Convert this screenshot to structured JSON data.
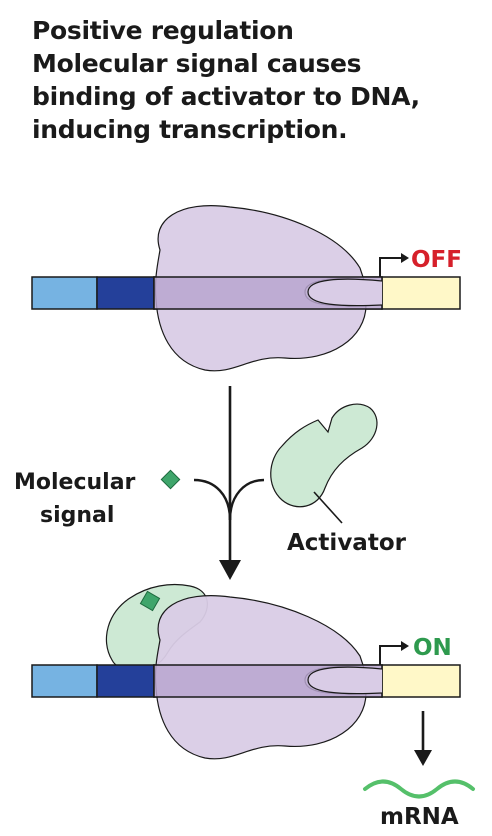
{
  "caption": {
    "line1": "Positive regulation",
    "line2": "Molecular signal causes",
    "line3": "binding of activator to DNA,",
    "line4": "inducing transcription."
  },
  "labels": {
    "off": "OFF",
    "on": "ON",
    "molecular_1": "Molecular",
    "molecular_2": "signal",
    "activator": "Activator",
    "mrna": "mRNA"
  },
  "colors": {
    "polymerase": "#d9cce6",
    "polymerase_on_dna": "#b8a6cf",
    "promoter_light": "#76b3e2",
    "promoter_dark": "#24409a",
    "gene": "#fff8c8",
    "activator": "#cde9d4",
    "signal": "#3fa56b",
    "off_text": "#d6202a",
    "on_text": "#2e9a4e",
    "mrna": "#55c06a"
  }
}
